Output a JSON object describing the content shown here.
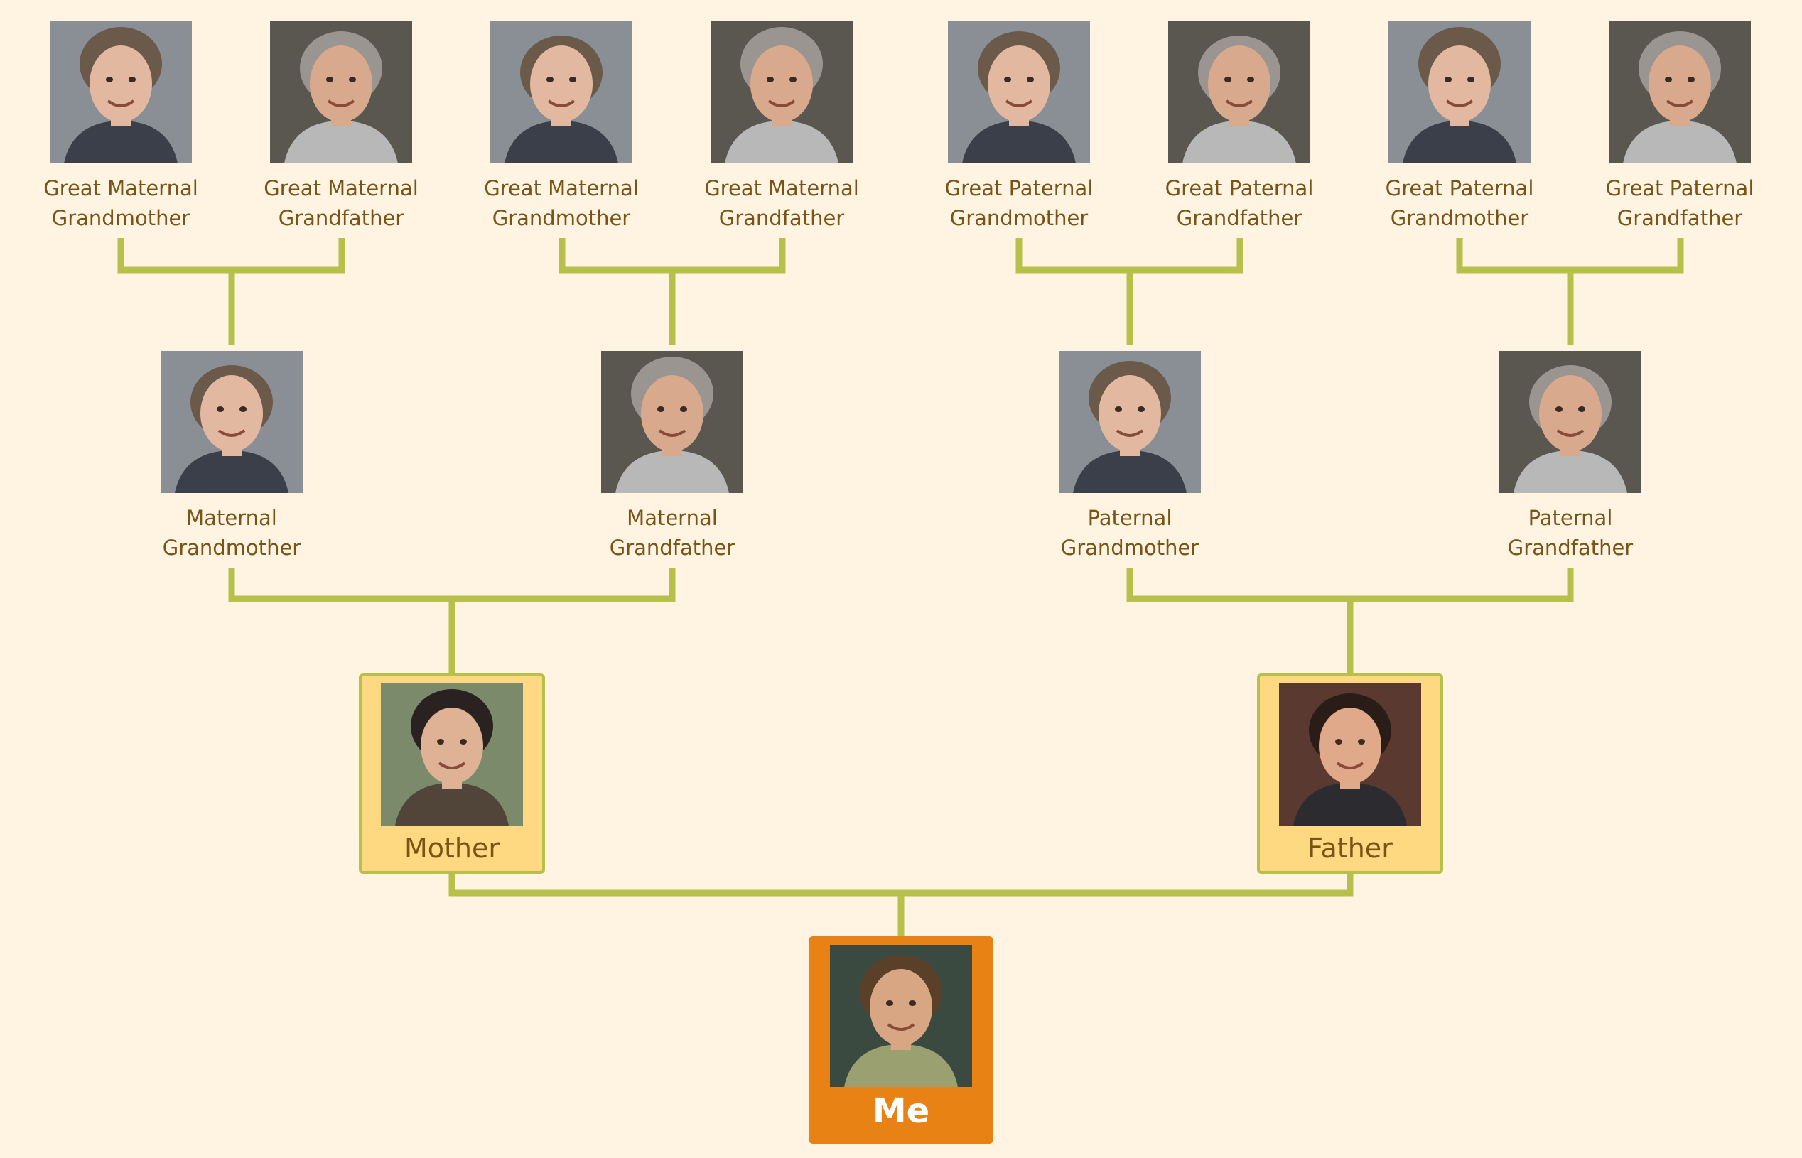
{
  "tree": {
    "great_grandparents": [
      {
        "line1": "Great Maternal",
        "line2": "Grandmother",
        "icon": "grandmother-portrait-icon"
      },
      {
        "line1": "Great Maternal",
        "line2": "Grandfather",
        "icon": "grandfather-portrait-icon"
      },
      {
        "line1": "Great Maternal",
        "line2": "Grandmother",
        "icon": "grandmother-portrait-icon"
      },
      {
        "line1": "Great Maternal",
        "line2": "Grandfather",
        "icon": "grandfather-portrait-icon"
      },
      {
        "line1": "Great Paternal",
        "line2": "Grandmother",
        "icon": "grandmother-portrait-icon"
      },
      {
        "line1": "Great Paternal",
        "line2": "Grandfather",
        "icon": "grandfather-portrait-icon"
      },
      {
        "line1": "Great Paternal",
        "line2": "Grandmother",
        "icon": "grandmother-portrait-icon"
      },
      {
        "line1": "Great Paternal",
        "line2": "Grandfather",
        "icon": "grandfather-portrait-icon"
      }
    ],
    "grandparents": [
      {
        "line1": "Maternal",
        "line2": "Grandmother",
        "icon": "grandmother-portrait-icon"
      },
      {
        "line1": "Maternal",
        "line2": "Grandfather",
        "icon": "grandfather-portrait-icon"
      },
      {
        "line1": "Paternal",
        "line2": "Grandmother",
        "icon": "grandmother-portrait-icon"
      },
      {
        "line1": "Paternal",
        "line2": "Grandfather",
        "icon": "grandfather-portrait-icon"
      }
    ],
    "parents": [
      {
        "label": "Mother",
        "icon": "mother-portrait-icon"
      },
      {
        "label": "Father",
        "icon": "father-portrait-icon"
      }
    ],
    "self": {
      "label": "Me",
      "icon": "self-portrait-icon"
    }
  },
  "colors": {
    "background": "#fff4e1",
    "connector": "#b6c04a",
    "label_text": "#7a5316",
    "parent_card": "#ffd981",
    "self_card": "#e98214",
    "self_text": "#ffffff"
  }
}
